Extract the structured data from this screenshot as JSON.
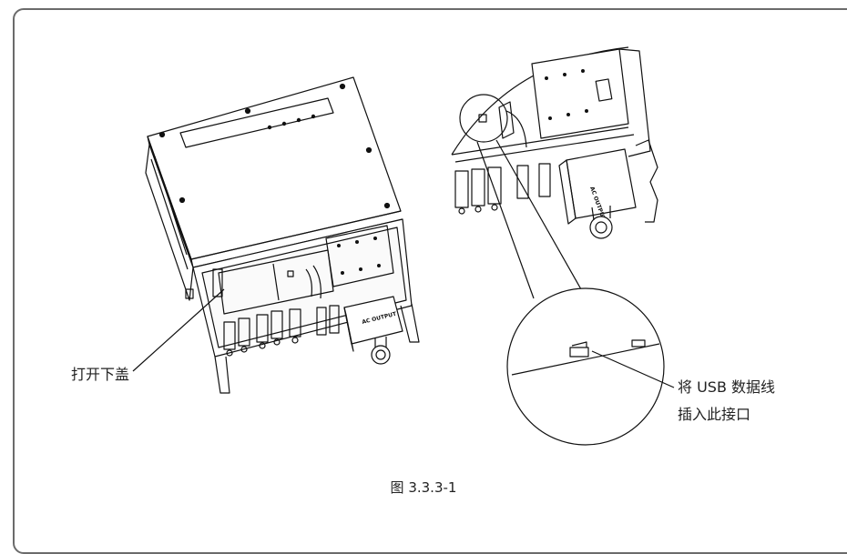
{
  "labels": {
    "open_cover": "打开下盖",
    "usb_line1": "将 USB 数据线",
    "usb_line2": "插入此接口"
  },
  "device_markings": {
    "ac_output": "AC OUTPUT"
  },
  "caption": "图 3.3.3-1",
  "colors": {
    "line": "#111111",
    "frame": "#6b6b6b",
    "background": "#ffffff"
  }
}
